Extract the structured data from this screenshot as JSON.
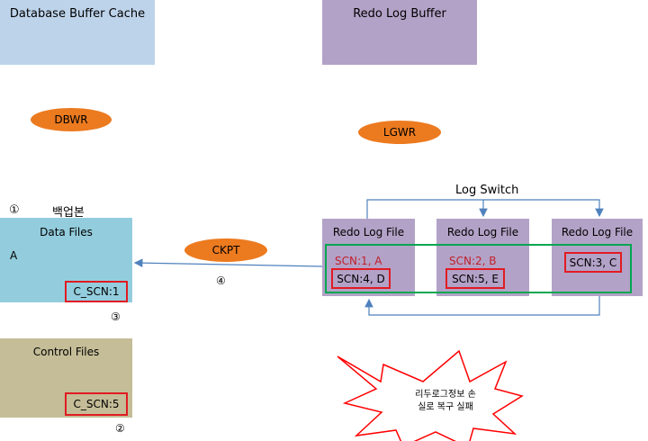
{
  "memory": {
    "buffer_cache_label": "Database Buffer Cache",
    "redo_buffer_label": "Redo Log Buffer"
  },
  "processes": {
    "dbwr": "DBWR",
    "lgwr": "LGWR",
    "ckpt": "CKPT"
  },
  "backup": {
    "marker": "①",
    "label": "백업본"
  },
  "data_files": {
    "title": "Data Files",
    "block": "A",
    "scn": "C_SCN:1",
    "marker": "③"
  },
  "control_files": {
    "title": "Control Files",
    "scn": "C_SCN:5",
    "marker": "②"
  },
  "log_switch_label": "Log Switch",
  "ckpt_marker": "④",
  "redo_files": [
    {
      "title": "Redo Log File",
      "old": "SCN:1, A",
      "current": "SCN:4, D"
    },
    {
      "title": "Redo Log File",
      "old": "SCN:2, B",
      "current": "SCN:5, E"
    },
    {
      "title": "Redo Log File",
      "current": "SCN:3, C"
    }
  ],
  "failure_note": {
    "line1": "리두로그정보 손",
    "line2": "실로 복구 실패"
  },
  "colors": {
    "buffer_cache": "#bdd3ea",
    "redo_buffer": "#b3a2c7",
    "data_files": "#93cddd",
    "control_files": "#c4bd97",
    "redo_file": "#b3a2c7",
    "process": "#ec7a1f",
    "highlight": "#e11b22",
    "group_border": "#00a651",
    "arrow": "#4f81bd"
  }
}
